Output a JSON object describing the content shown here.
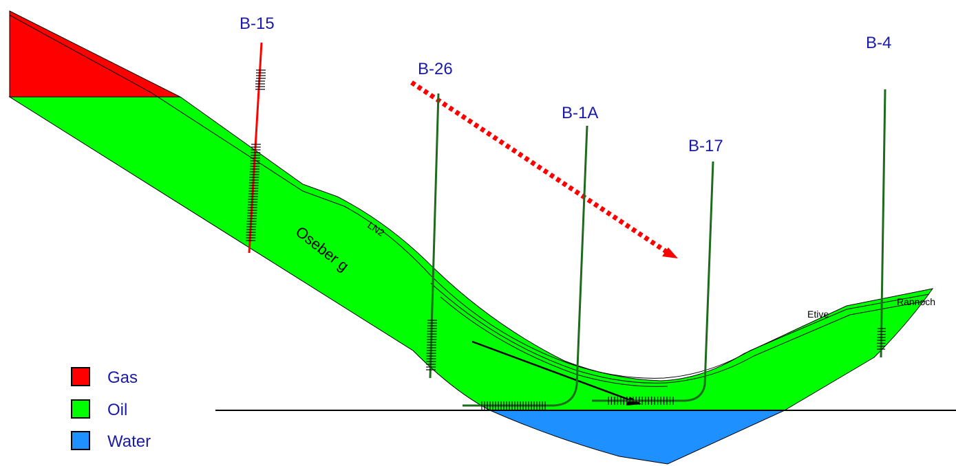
{
  "colors": {
    "gas": "#ff0000",
    "oil": "#00ff00",
    "water": "#1e90ff",
    "label": "#1a1aa6",
    "well_green": "#1e6b1e",
    "well_red": "#ff0000",
    "line": "#000000"
  },
  "wells": {
    "b15": "B-15",
    "b26": "B-26",
    "b1a": "B-1A",
    "b17": "B-17",
    "b4": "B-4"
  },
  "zones": {
    "ln2": "LN2",
    "oseberg": "Oseber g",
    "etive": "Etive",
    "rannoch": "Rannoch"
  },
  "legend": [
    {
      "label": "Gas",
      "color": "#ff0000"
    },
    {
      "label": "Oil",
      "color": "#00ff00"
    },
    {
      "label": "Water",
      "color": "#1e90ff"
    }
  ]
}
